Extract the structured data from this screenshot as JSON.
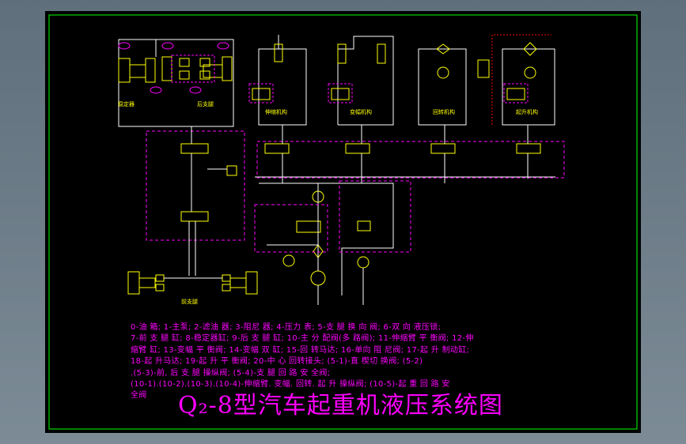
{
  "diagram": {
    "title": "Q₂-8型汽车起重机液压系统图",
    "circuit_labels": {
      "front_outrigger_cyl": "稳定器",
      "rear_outrigger": "后支腿",
      "telescoping_mech": "伸缩机构",
      "luffing_mech": "变幅机构",
      "slewing_mech": "回转机构",
      "hoisting_mech": "起升机构",
      "front_outrigger": "前支腿"
    },
    "legend_lines": [
      "0-油 箱; 1-主泵; 2-滤油 器; 3-阻尼 器; 4-压力 表; 5-支 腿 换 向 阀; 6-双 向 液压锁;",
      "7-前 支 腿 缸; 8-稳定器缸; 9-后 支 腿 缸; 10-主 分 配阀(多 路阀); 11-伸缩臂 平 衡阀; 12-伸",
      "缩臂 缸; 13-变幅 平 衡阀; 14-变幅 双 缸; 15-回 转马达; 16-单向 阻 尼阀; 17-起 升 制动缸;",
      "18-起 升马达; 19-起 升 平 衡阀; 20-中 心 回转接头; (5-1)-直 楔切 换阀; (5-2)",
      ".(5-3)-前, 后 支 腿 操纵阀;  (5-4)-支 腿 回 路 安 全阀;",
      "(10-1).(10-2).(10-3).(10-4)-伸缩臂. 变幅. 回转. 起 升 操纵阀;  (10-5)-起 重 回 路 安",
      "全阀"
    ]
  },
  "colors": {
    "component": "#ffff00",
    "line": "#ffffff",
    "pilot_dashed": "#ff00ff",
    "text": "#ff00ff",
    "border": "#00ff00",
    "brake_line": "#ff0000"
  }
}
